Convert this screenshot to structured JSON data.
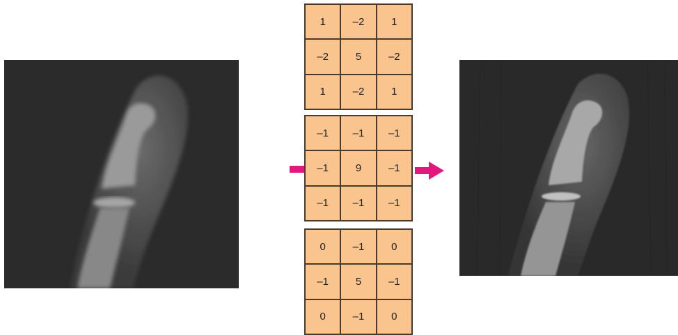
{
  "kernels": [
    {
      "cells": [
        "1",
        "–2",
        "1",
        "–2",
        "5",
        "–2",
        "1",
        "–2",
        "1"
      ]
    },
    {
      "cells": [
        "–1",
        "–1",
        "–1",
        "–1",
        "9",
        "–1",
        "–1",
        "–1",
        "–1"
      ]
    },
    {
      "cells": [
        "0",
        "–1",
        "0",
        "–1",
        "5",
        "–1",
        "0",
        "–1",
        "0"
      ]
    }
  ],
  "colors": {
    "cell_fill": "#f9c48e",
    "grid_line": "#4a3a2a",
    "arrow": "#e2187e",
    "image_background": "#2e2e2e"
  },
  "images": {
    "left": {
      "content": "finger-xray-original"
    },
    "right": {
      "content": "finger-xray-sharpened"
    }
  }
}
